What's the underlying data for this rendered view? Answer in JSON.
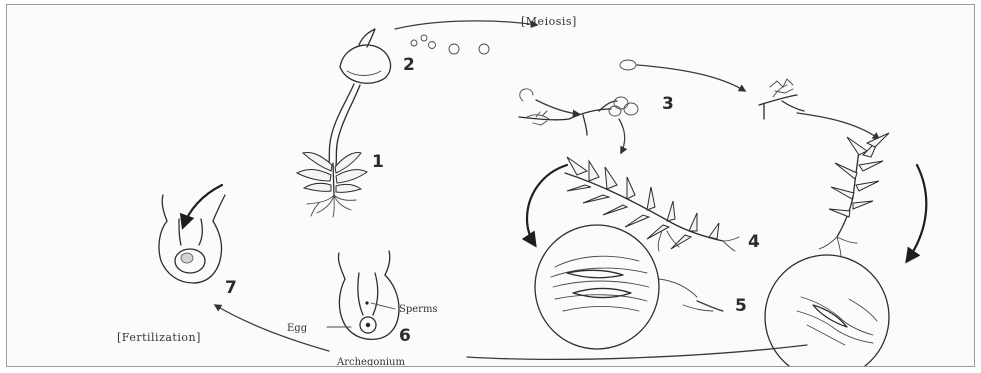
{
  "labels": {
    "meiosis": "[Meiosis]",
    "fertilization": "[Fertilization]",
    "sperms": "Sperms",
    "egg": "Egg",
    "archegonium": "Archegonium"
  },
  "stages": {
    "s1": "1",
    "s2": "2",
    "s3": "3",
    "s4": "4",
    "s5": "5",
    "s6": "6",
    "s7": "7"
  }
}
